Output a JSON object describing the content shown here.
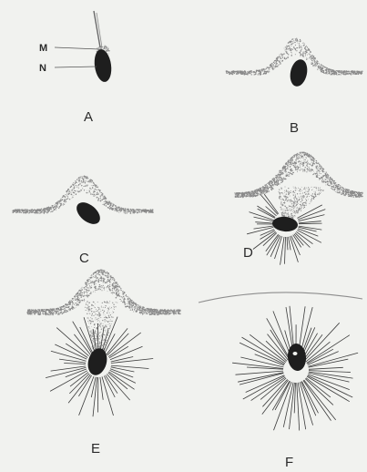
{
  "figure": {
    "background": "#f1f2ef",
    "ink": "#1e1e1e",
    "panels": [
      {
        "id": "A",
        "label": "A"
      },
      {
        "id": "B",
        "label": "B"
      },
      {
        "id": "C",
        "label": "C"
      },
      {
        "id": "D",
        "label": "D"
      },
      {
        "id": "E",
        "label": "E"
      },
      {
        "id": "F",
        "label": "F"
      }
    ],
    "pointers": [
      {
        "id": "M",
        "label": "M"
      },
      {
        "id": "N",
        "label": "N"
      }
    ]
  }
}
